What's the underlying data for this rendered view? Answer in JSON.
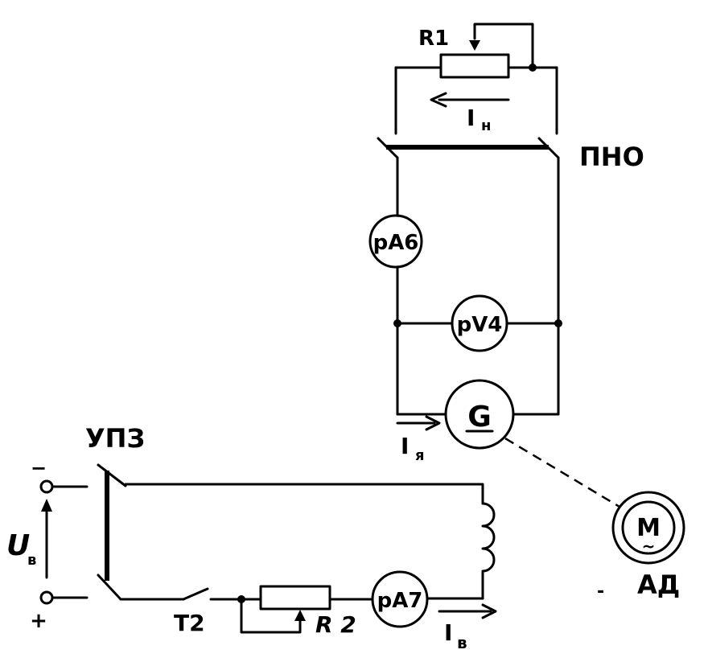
{
  "labels": {
    "r1": "R1",
    "i_n_main": "I",
    "i_n_sub": "н",
    "pno": "ПНО",
    "pa6": "pA6",
    "pv4": "pV4",
    "generator": "G",
    "i_ya_main": "I",
    "i_ya_sub": "я",
    "motor": "M",
    "motor_tilde": "~",
    "ad": "АД",
    "upz": "УПЗ",
    "u_main": "U",
    "u_sub": "в",
    "minus": "−",
    "plus": "+",
    "t2": "T2",
    "r2": "R 2",
    "pa7": "pA7",
    "i_v_main": "I",
    "i_v_sub": "в"
  }
}
